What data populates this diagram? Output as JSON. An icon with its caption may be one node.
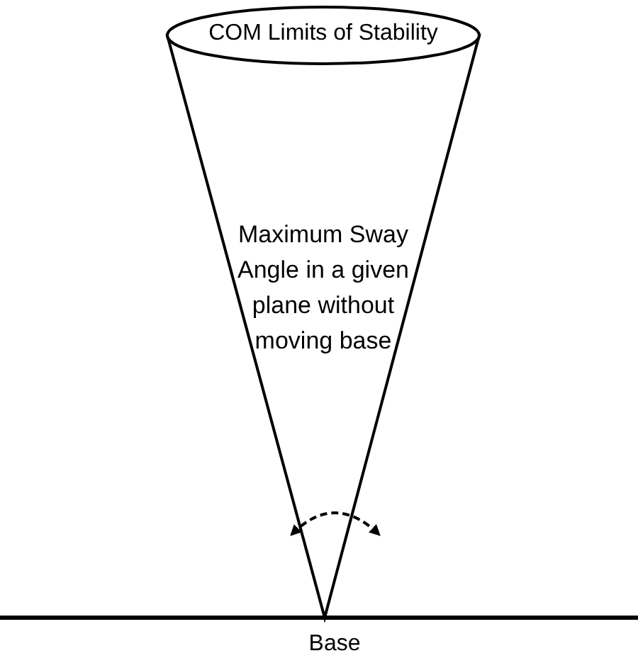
{
  "diagram": {
    "nodes": [
      {
        "text": [
          "COM Limits of Stability"
        ]
      },
      {
        "text": [
          "Maximum Sway Angle in a given plane without moving base"
        ]
      }
    ],
    "labels": [
      "Base"
    ]
  }
}
